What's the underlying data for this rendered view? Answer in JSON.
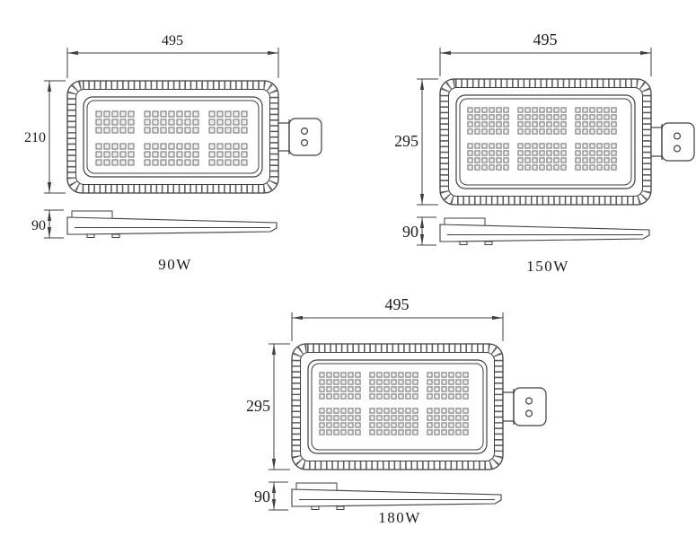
{
  "figures": [
    {
      "wattage": "90W",
      "width": "495",
      "height": "210",
      "side_height": "90"
    },
    {
      "wattage": "150W",
      "width": "495",
      "height": "295",
      "side_height": "90"
    },
    {
      "wattage": "180W",
      "width": "495",
      "height": "295",
      "side_height": "90"
    }
  ],
  "colors": {
    "line": "#3f3f3f",
    "fins": "#5f5f5f",
    "text": "#1c1c1c",
    "background": "#ffffff"
  }
}
